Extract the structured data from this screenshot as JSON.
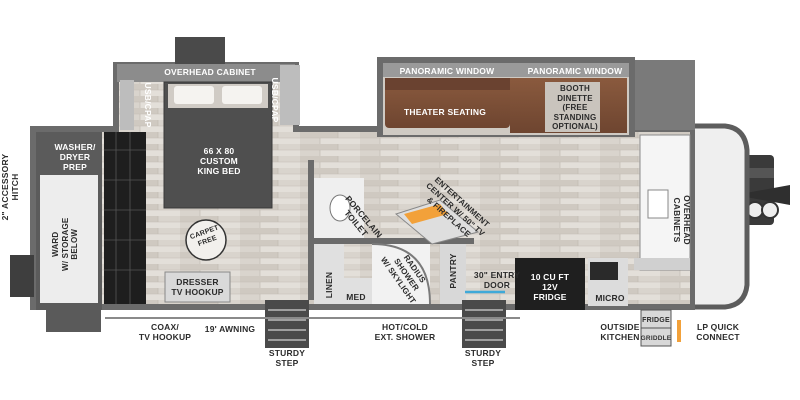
{
  "labels": {
    "overhead_cabinet": "OVERHEAD CABINET",
    "usb_cpap_left": "USB/CPAP",
    "usb_cpap_right": "USB/CPAP",
    "king_bed": "66 X 80\nCUSTOM\nKING BED",
    "panoramic_window_1": "PANORAMIC WINDOW",
    "panoramic_window_2": "PANORAMIC WINDOW",
    "theater_seating": "THEATER SEATING",
    "booth_dinette": "BOOTH\nDINETTE\n(FREE\nSTANDING\nOPTIONAL)",
    "washer_dryer": "WASHER/\nDRYER\nPREP",
    "accessory_hitch": "2\" ACCESSORY\nHITCH",
    "ward_storage": "WARD\nW/ STORAGE\nBELOW",
    "carpet_free": "CARPET\nFREE",
    "dresser": "DRESSER\nTV HOOKUP",
    "porcelain_toilet": "PORCELAIN\nTOILET",
    "entertainment": "ENTERTAINMENT\nCENTER W/ 50\" TV\n& FIREPLACE",
    "radius_shower": "RADIUS\nSHOWER\nW/ SKYLIGHT",
    "linen": "LINEN",
    "med": "MED",
    "pantry": "PANTRY",
    "entry_door": "30\" ENTRY\nDOOR",
    "fridge_main": "10 CU FT\n12V\nFRIDGE",
    "micro": "MICRO",
    "overhead_cabinets": "OVERHEAD\nCABINETS",
    "coax": "COAX/\nTV HOOKUP",
    "awning": "19' AWNING",
    "sturdy_step_1": "STURDY\nSTEP",
    "hot_cold_shower": "HOT/COLD\nEXT. SHOWER",
    "sturdy_step_2": "STURDY\nSTEP",
    "outside_kitchen": "OUTSIDE\nKITCHEN",
    "outside_fridge": "FRIDGE",
    "outside_griddle": "GRIDDLE",
    "lp_quick_connect": "LP QUICK\nCONNECT"
  }
}
